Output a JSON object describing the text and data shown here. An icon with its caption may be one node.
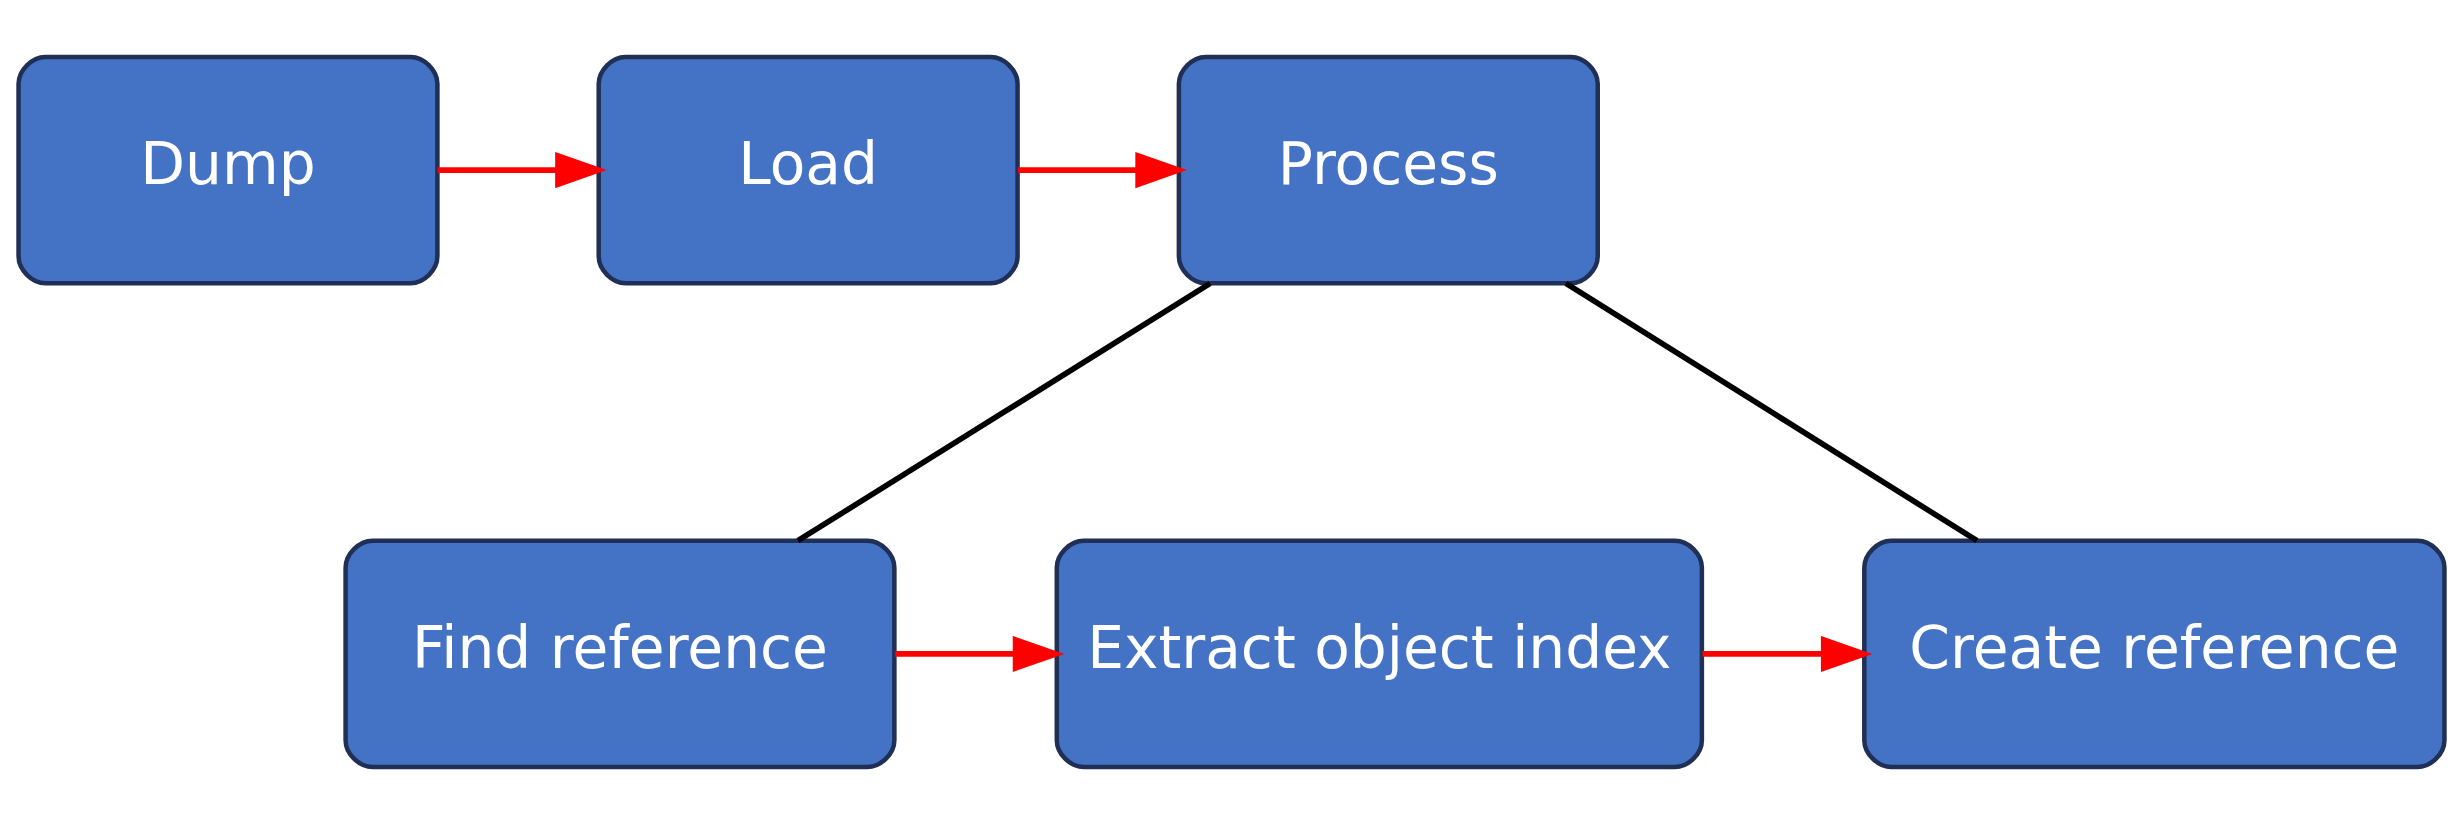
{
  "diagram": {
    "nodes": [
      {
        "text": [
          "Dump"
        ]
      },
      {
        "text": [
          "Load"
        ]
      },
      {
        "text": [
          "Process"
        ]
      },
      {
        "text": [
          "Find reference"
        ]
      },
      {
        "text": [
          "Extract object index"
        ]
      },
      {
        "text": [
          "Create reference"
        ]
      }
    ],
    "edges": [
      {
        "from": 0,
        "to": 1,
        "arrow": "to",
        "color": "#ff0000"
      },
      {
        "from": 1,
        "to": 2,
        "arrow": "to",
        "color": "#ff0000"
      },
      {
        "from": 2,
        "to": 3,
        "arrow": "none",
        "color": "#000000"
      },
      {
        "from": 2,
        "to": 5,
        "arrow": "none",
        "color": "#000000"
      },
      {
        "from": 3,
        "to": 4,
        "arrow": "to",
        "color": "#ff0000"
      },
      {
        "from": 4,
        "to": 5,
        "arrow": "to",
        "color": "#ff0000"
      }
    ]
  }
}
